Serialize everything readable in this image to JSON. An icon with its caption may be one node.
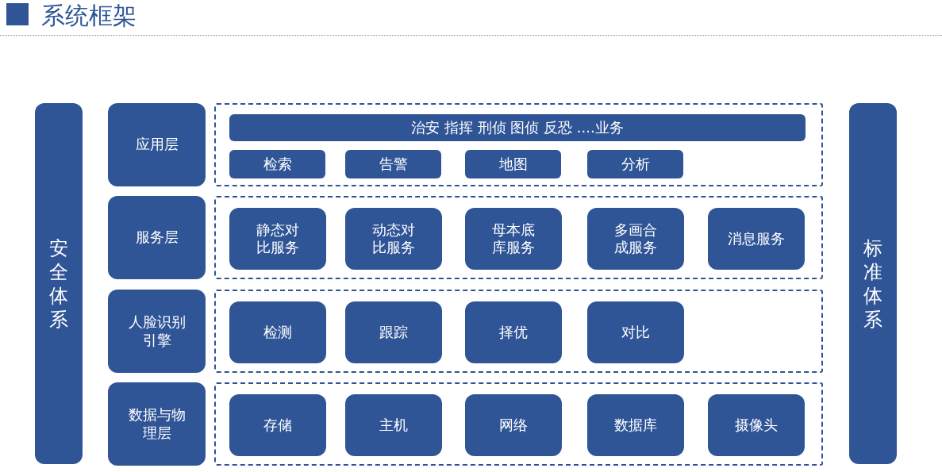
{
  "diagram": {
    "title": "系统框架",
    "nodes": [
      {
        "text": [
          "安全体系"
        ]
      },
      {
        "text": [
          "应用层"
        ]
      },
      {
        "text": [],
        "shape": "box"
      },
      {
        "text": [
          "治安 指挥 刑侦 图侦 反恐 ....业务"
        ],
        "in": 2
      },
      {
        "text": [
          "检索"
        ],
        "in": 2
      },
      {
        "text": [
          "告警"
        ],
        "in": 2
      },
      {
        "text": [
          "地图"
        ],
        "in": 2
      },
      {
        "text": [
          "分析"
        ],
        "in": 2
      },
      {
        "text": [
          "服务层"
        ]
      },
      {
        "text": [],
        "shape": "box"
      },
      {
        "text": [
          "静态对比服务"
        ],
        "in": 9
      },
      {
        "text": [
          "动态对比服务"
        ],
        "in": 9
      },
      {
        "text": [
          "母本底库服务"
        ],
        "in": 9
      },
      {
        "text": [
          "多画合成服务"
        ],
        "in": 9
      },
      {
        "text": [
          "消息服务"
        ],
        "in": 9
      },
      {
        "text": [
          "人脸识别引擎"
        ]
      },
      {
        "text": [],
        "shape": "box"
      },
      {
        "text": [
          "检测"
        ],
        "in": 16
      },
      {
        "text": [
          "跟踪"
        ],
        "in": 16
      },
      {
        "text": [
          "择优"
        ],
        "in": 16
      },
      {
        "text": [
          "对比"
        ],
        "in": 16
      },
      {
        "text": [
          "数据与物理层"
        ]
      },
      {
        "text": [],
        "shape": "box"
      },
      {
        "text": [
          "存储"
        ],
        "in": 22
      },
      {
        "text": [
          "主机"
        ],
        "in": 22
      },
      {
        "text": [
          "网络"
        ],
        "in": 22
      },
      {
        "text": [
          "数据库"
        ],
        "in": 22
      },
      {
        "text": [
          "摄像头"
        ],
        "in": 22
      },
      {
        "text": [
          "标准体系"
        ]
      }
    ]
  }
}
